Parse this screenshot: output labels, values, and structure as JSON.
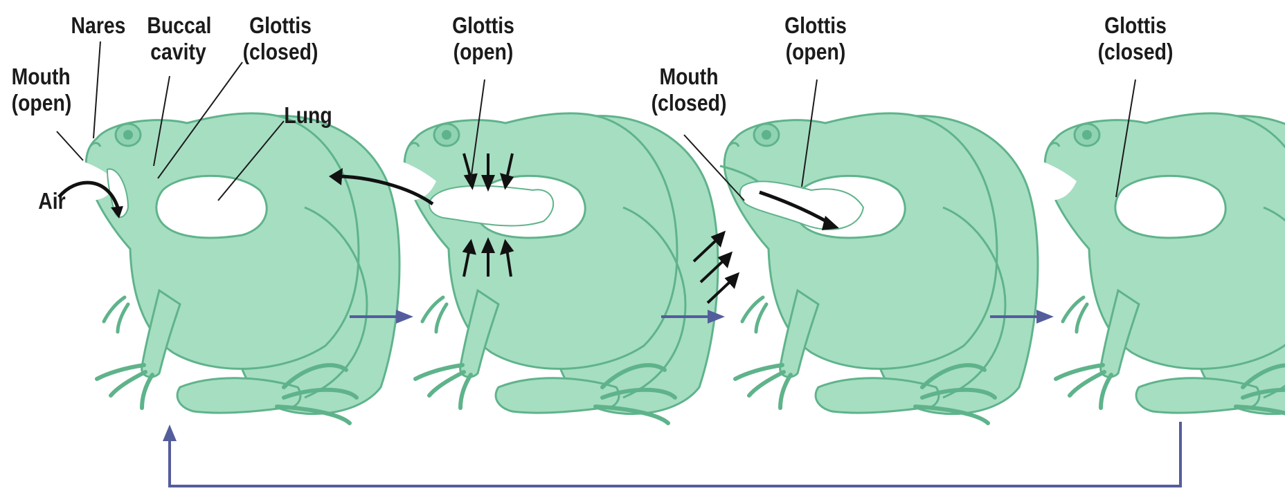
{
  "colors": {
    "frog_fill": "#a6dec2",
    "frog_outline": "#5fb38b",
    "frog_detail": "#7cc9a2",
    "cycle_arrow": "#545d9c",
    "force_arrow": "#111111",
    "label": "#1b1b1b"
  },
  "panels": [
    {
      "step": 1,
      "labels": {
        "mouth": [
          "Mouth",
          "(open)"
        ],
        "nares": [
          "Nares"
        ],
        "buccal": [
          "Buccal",
          "cavity"
        ],
        "glottis": [
          "Glottis",
          "(closed)"
        ],
        "lung": [
          "Lung"
        ],
        "air": [
          "Air"
        ]
      }
    },
    {
      "step": 2,
      "labels": {
        "glottis": [
          "Glottis",
          "(open)"
        ]
      }
    },
    {
      "step": 3,
      "labels": {
        "mouth": [
          "Mouth",
          "(closed)"
        ],
        "glottis": [
          "Glottis",
          "(open)"
        ]
      }
    },
    {
      "step": 4,
      "labels": {
        "glottis": [
          "Glottis",
          "(closed)"
        ]
      }
    }
  ]
}
